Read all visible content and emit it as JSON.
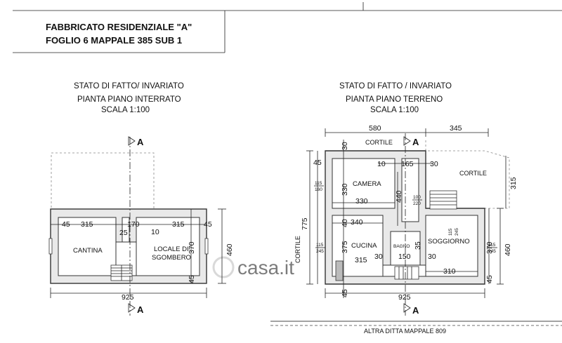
{
  "header": {
    "title_line1": "FABBRICATO RESIDENZIALE \"A\"",
    "title_line2": "FOGLIO 6 MAPPALE 385 SUB 1"
  },
  "left_plan": {
    "caption_state": "STATO DI FATTO/ INVARIATO",
    "caption_plan": "PIANTA PIANO INTERRATO",
    "caption_scale": "SCALA 1:100",
    "section_marker": "A",
    "rooms": {
      "cantina": "CANTINA",
      "locale_line1": "LOCALE DI",
      "locale_line2": "SGOMBERO"
    },
    "dims": {
      "d45a": "45",
      "d315a": "315",
      "d170": "170",
      "d315b": "315",
      "d45b": "45",
      "d25": "25",
      "d10": "10",
      "d370": "370",
      "d460": "460",
      "d45c": "45",
      "d925": "925"
    }
  },
  "right_plan": {
    "caption_state": "STATO DI FATTO / INVARIATO",
    "caption_plan": "PIANTA PIANO TERRENO",
    "caption_scale": "SCALA 1:100",
    "section_marker": "A",
    "labels": {
      "cortile_top": "CORTILE",
      "cortile_right": "CORTILE",
      "cortile_left": "CORTILE"
    },
    "rooms": {
      "camera": "CAMERA",
      "cucina": "CUCINA",
      "bagno": "BAGNO",
      "soggiorno": "SOGGIORNO"
    },
    "dims": {
      "d580": "580",
      "d345": "345",
      "d30a": "30",
      "d45a": "45",
      "d10": "10",
      "d165": "165",
      "d30b": "30",
      "d330v": "330",
      "d330h": "330",
      "d440": "440",
      "d315r": "315",
      "d775": "775",
      "d40": "40",
      "d340": "340",
      "d375": "375",
      "d30c": "30",
      "d315b": "315",
      "d150": "150",
      "d35": "35",
      "d30d": "30",
      "d370r": "370",
      "d460r": "460",
      "d310": "310",
      "d45b": "45",
      "d45c": "45",
      "d925": "925"
    },
    "openings": {
      "o1a": "115",
      "o1b": "160",
      "o2a": "100",
      "o2b": "220",
      "o3a": "115",
      "o3b": "245",
      "o4a": "115",
      "o4b": "245",
      "o5a": "115",
      "o5b": "245"
    },
    "neighbor": "ALTRA DITTA  MAPPALE 809"
  },
  "watermark": "casa.it"
}
